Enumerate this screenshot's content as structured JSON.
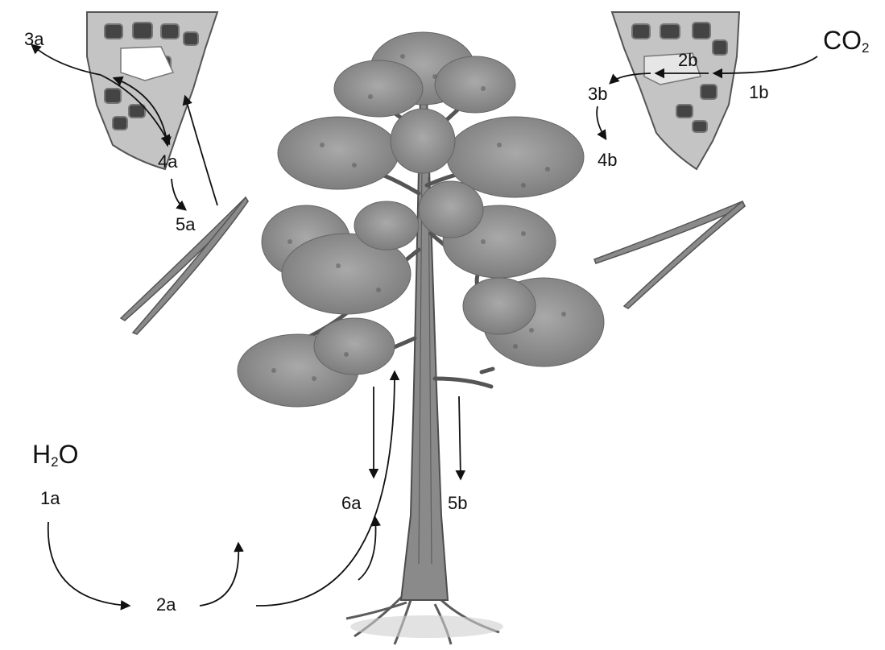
{
  "labels": {
    "water": {
      "base": "H",
      "sub": "2",
      "rest": "O"
    },
    "co2": {
      "base": "CO",
      "sub": "2"
    },
    "l1a": "1a",
    "l2a": "2a",
    "l3a": "3a",
    "l4a": "4a",
    "l5a": "5a",
    "l6a": "6a",
    "l1b": "1b",
    "l2b": "2b",
    "l3b": "3b",
    "l4b": "4b",
    "l5b": "5b"
  },
  "colors": {
    "ink": "#111111",
    "foliage": "#8d8d8d",
    "foliage_light": "#bdbdbd",
    "bark": "#6a6a6a",
    "cell": "#9a9a9a",
    "cell_dark": "#3d3d3d"
  },
  "icons": [
    "pine-tree",
    "leaf-cross-section",
    "pine-needle-pair"
  ]
}
